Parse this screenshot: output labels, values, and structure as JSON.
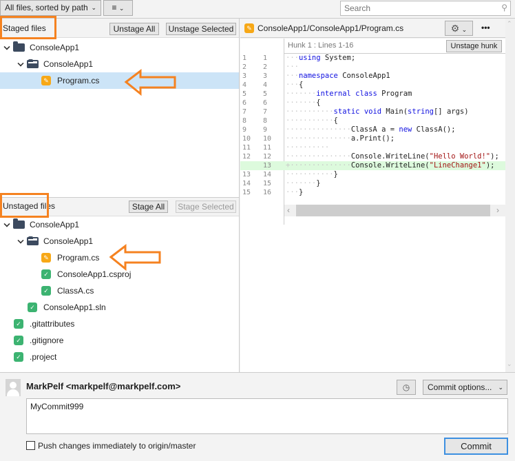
{
  "toolbar": {
    "view_select": "All files, sorted by path",
    "search_placeholder": "Search"
  },
  "staged": {
    "title": "Staged files",
    "unstage_all": "Unstage All",
    "unstage_selected": "Unstage Selected",
    "items": [
      {
        "label": "ConsoleApp1",
        "type": "folder"
      },
      {
        "label": "ConsoleApp1",
        "type": "folder"
      },
      {
        "label": "Program.cs",
        "type": "modified"
      }
    ]
  },
  "unstaged": {
    "title": "Unstaged files",
    "stage_all": "Stage All",
    "stage_selected": "Stage Selected",
    "items": [
      {
        "label": "ConsoleApp1"
      },
      {
        "label": "ConsoleApp1"
      },
      {
        "label": "Program.cs"
      },
      {
        "label": "ConsoleApp1.csproj"
      },
      {
        "label": "ClassA.cs"
      },
      {
        "label": "ConsoleApp1.sln"
      },
      {
        "label": ".gitattributes"
      },
      {
        "label": ".gitignore"
      },
      {
        "label": ".project"
      }
    ]
  },
  "diff": {
    "path": "ConsoleApp1/ConsoleApp1/Program.cs",
    "hunk_label": "Hunk 1 : Lines 1-16",
    "unstage_hunk": "Unstage hunk",
    "more": "•••",
    "lines": [
      {
        "o": "1",
        "n": "1",
        "i": 3,
        "tk": [
          [
            "kw",
            "using"
          ],
          [
            "pl",
            " System;"
          ]
        ]
      },
      {
        "o": "2",
        "n": "2",
        "i": 3,
        "tk": []
      },
      {
        "o": "3",
        "n": "3",
        "i": 3,
        "tk": [
          [
            "kw",
            "namespace"
          ],
          [
            "pl",
            " ConsoleApp1"
          ]
        ]
      },
      {
        "o": "4",
        "n": "4",
        "i": 3,
        "tk": [
          [
            "pl",
            "{"
          ]
        ]
      },
      {
        "o": "5",
        "n": "5",
        "i": 7,
        "tk": [
          [
            "kw",
            "internal"
          ],
          [
            "pl",
            " "
          ],
          [
            "kw",
            "class"
          ],
          [
            "pl",
            " Program"
          ]
        ]
      },
      {
        "o": "6",
        "n": "6",
        "i": 7,
        "tk": [
          [
            "pl",
            "{"
          ]
        ]
      },
      {
        "o": "7",
        "n": "7",
        "i": 11,
        "tk": [
          [
            "kw",
            "static"
          ],
          [
            "pl",
            " "
          ],
          [
            "kw",
            "void"
          ],
          [
            "pl",
            " Main("
          ],
          [
            "kw",
            "string"
          ],
          [
            "pl",
            "[] args)"
          ]
        ]
      },
      {
        "o": "8",
        "n": "8",
        "i": 11,
        "tk": [
          [
            "pl",
            "{"
          ]
        ]
      },
      {
        "o": "9",
        "n": "9",
        "i": 15,
        "tk": [
          [
            "pl",
            "ClassA a = "
          ],
          [
            "kw",
            "new"
          ],
          [
            "pl",
            " ClassA();"
          ]
        ]
      },
      {
        "o": "10",
        "n": "10",
        "i": 15,
        "tk": [
          [
            "pl",
            "a.Print();"
          ]
        ]
      },
      {
        "o": "11",
        "n": "11",
        "i": 10,
        "tk": []
      },
      {
        "o": "12",
        "n": "12",
        "i": 15,
        "tk": [
          [
            "pl",
            "Console.WriteLine("
          ],
          [
            "str",
            "\"Hello World!\""
          ],
          [
            "pl",
            ");"
          ]
        ]
      },
      {
        "o": "",
        "n": "13",
        "i": 15,
        "added": true,
        "tk": [
          [
            "pl",
            "Console.WriteLine("
          ],
          [
            "str",
            "\"LineChange1\""
          ],
          [
            "pl",
            ");"
          ]
        ]
      },
      {
        "o": "13",
        "n": "14",
        "i": 11,
        "tk": [
          [
            "pl",
            "}"
          ]
        ]
      },
      {
        "o": "14",
        "n": "15",
        "i": 7,
        "tk": [
          [
            "pl",
            "}"
          ]
        ]
      },
      {
        "o": "15",
        "n": "16",
        "i": 3,
        "tk": [
          [
            "pl",
            "}"
          ]
        ]
      }
    ]
  },
  "commit": {
    "author": "MarkPelf <markpelf@markpelf.com>",
    "options": "Commit options...",
    "message": "MyCommit999",
    "push_label": "Push changes immediately to origin/master",
    "commit_button": "Commit"
  },
  "colors": {
    "highlight": "#f58220",
    "selection": "#cce4f7",
    "added": "#ddfadd"
  }
}
